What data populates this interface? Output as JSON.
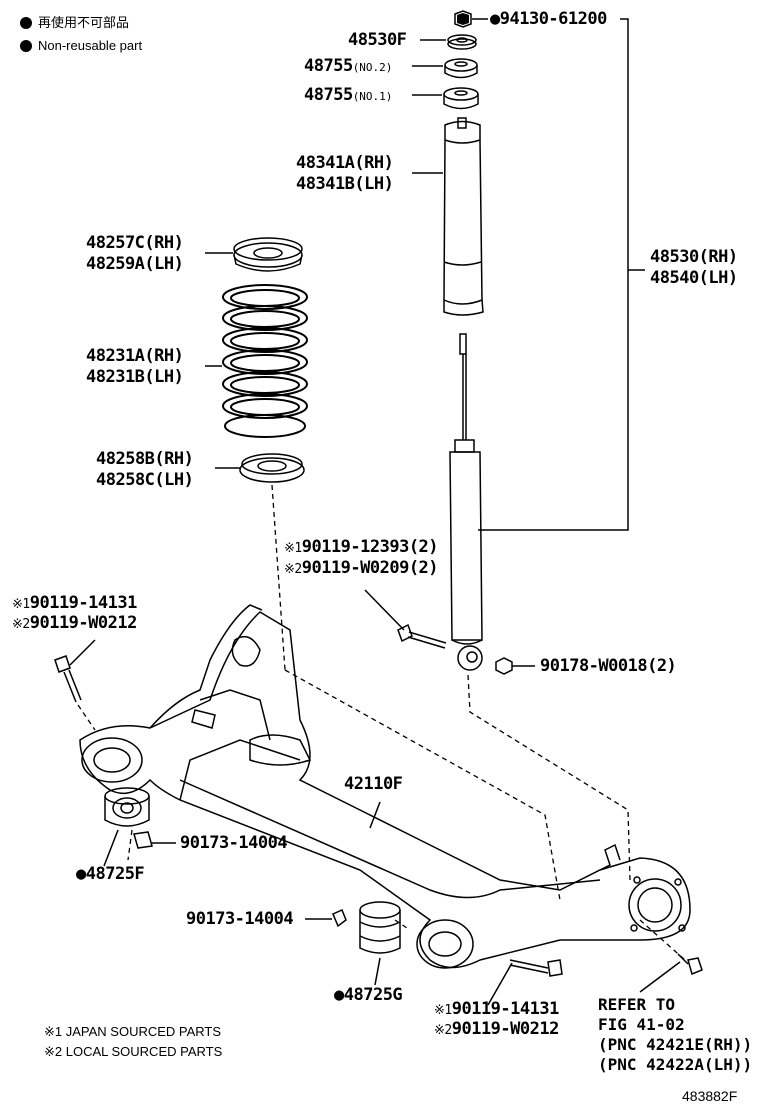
{
  "legend": {
    "line1": "再使用不可部品",
    "line2": "Non-reusable part"
  },
  "parts": {
    "p_94130": "94130-61200",
    "p_48530f": "48530F",
    "p_48755": "48755",
    "p_no2": "(NO.2)",
    "p_no1": "(NO.1)",
    "p_48341a": "48341A(RH)",
    "p_48341b": "48341B(LH)",
    "p_48257c": "48257C(RH)",
    "p_48259a": "48259A(LH)",
    "p_48231a": "48231A(RH)",
    "p_48231b": "48231B(LH)",
    "p_48258b": "48258B(RH)",
    "p_48258c": "48258C(LH)",
    "p_48530": "48530(RH)",
    "p_48540": "48540(LH)",
    "p_12393": "90119-12393(2)",
    "p_w0209": "90119-W0209(2)",
    "p_14131": "90119-14131",
    "p_w0212": "90119-W0212",
    "p_w0018": "90178-W0018(2)",
    "p_42110f": "42110F",
    "p_14004": "90173-14004",
    "p_48725f": "48725F",
    "p_48725g": "48725G"
  },
  "marks": {
    "m1": "※1",
    "m2": "※2",
    "dot": "●"
  },
  "notes": {
    "n1": "※1 JAPAN SOURCED PARTS",
    "n2": "※2 LOCAL SOURCED PARTS"
  },
  "reference": {
    "line1": "REFER TO",
    "line2": "FIG 41-02",
    "line3": "(PNC 42421E(RH))",
    "line4": "(PNC 42422A(LH))"
  },
  "figure_id": "483882F"
}
